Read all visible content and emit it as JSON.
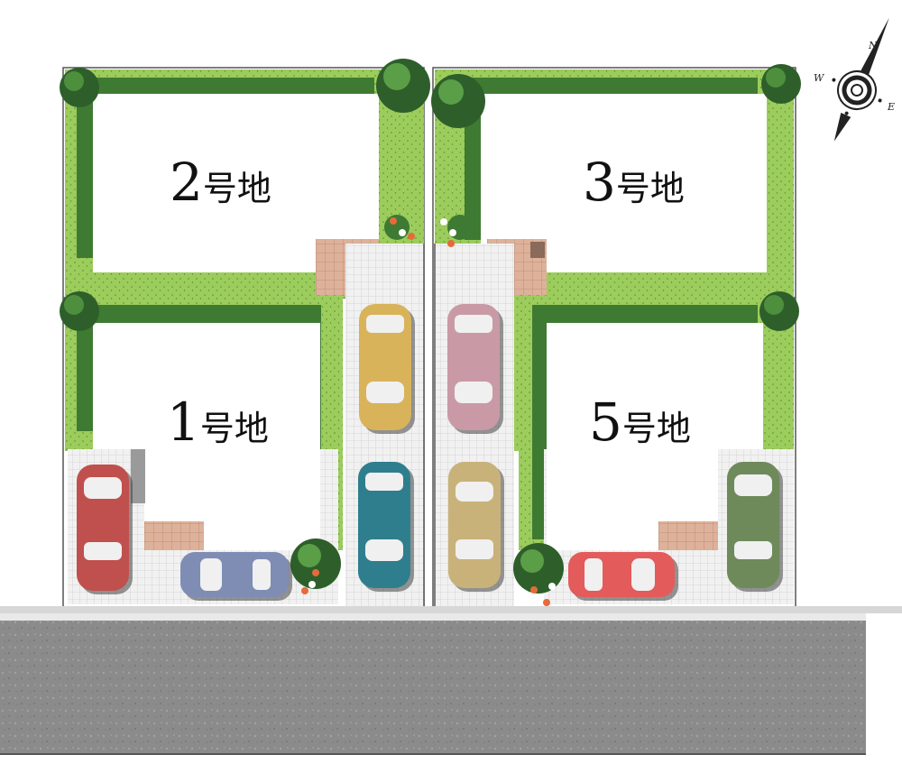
{
  "map": {
    "lots": [
      {
        "id": "lot-1",
        "number": "1",
        "suffix": "号地"
      },
      {
        "id": "lot-2",
        "number": "2",
        "suffix": "号地"
      },
      {
        "id": "lot-3",
        "number": "3",
        "suffix": "号地"
      },
      {
        "id": "lot-5",
        "number": "5",
        "suffix": "号地"
      }
    ],
    "compass": {
      "north": "N",
      "east": "E",
      "west": "W"
    },
    "car_colors": {
      "red": "#c0504d",
      "blue_gray": "#7f8db5",
      "yellow": "#d9b35a",
      "teal": "#2f7e8e",
      "pink": "#c99aa6",
      "khaki": "#c9b27a",
      "coral": "#e35b5b",
      "olive_green": "#6e8a5a"
    },
    "colors": {
      "lawn": "#9ccc5c",
      "hedge": "#3f7a32",
      "paving": "#ececec",
      "brick": "#d6a58d",
      "road": "#8c8c8c"
    }
  }
}
